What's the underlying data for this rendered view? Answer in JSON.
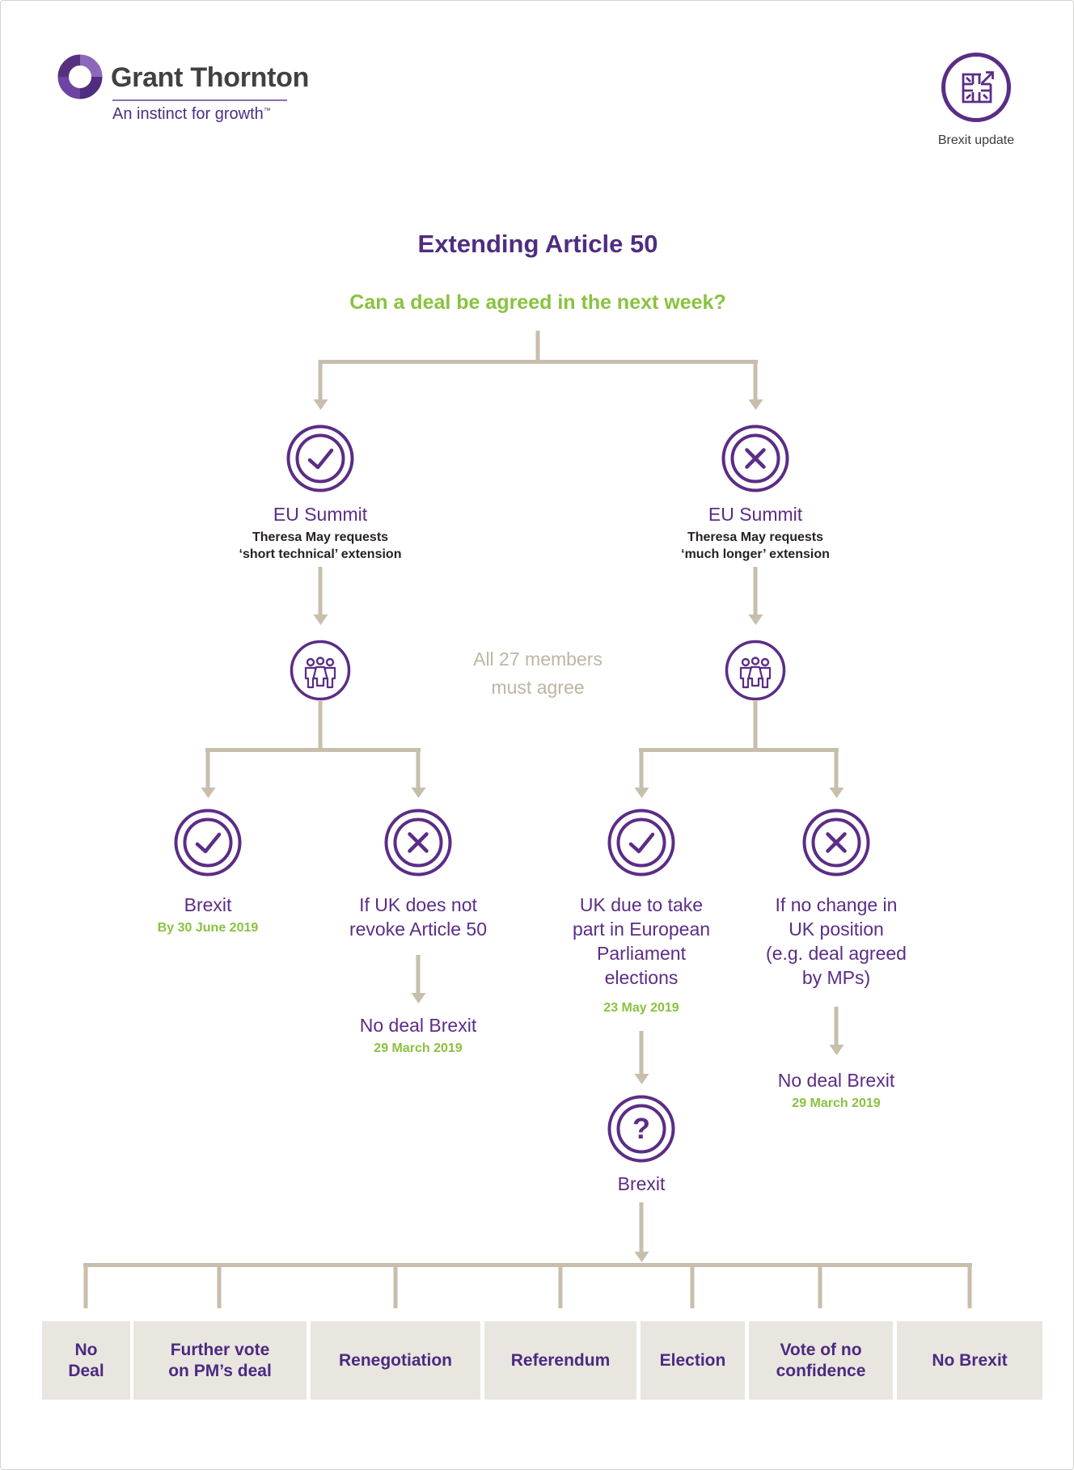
{
  "header": {
    "logo_name": "Grant Thornton",
    "logo_tagline": "An instinct for growth",
    "logo_tm": "™",
    "badge_label": "Brexit update"
  },
  "title": "Extending Article 50",
  "question": "Can a deal be agreed in the next week?",
  "consensus_note": "All 27 members\nmust agree",
  "summits": [
    {
      "icon": "check-circle-icon",
      "title": "EU Summit",
      "subtitle": "Theresa May requests\n‘short technical’ extension"
    },
    {
      "icon": "cross-circle-icon",
      "title": "EU Summit",
      "subtitle": "Theresa May requests\n‘much longer’ extension"
    }
  ],
  "outcomes": [
    {
      "icon": "check-circle-icon",
      "label": "Brexit",
      "date": "By 30 June 2019"
    },
    {
      "icon": "cross-circle-icon",
      "label": "If UK does not\nrevoke Article 50",
      "result": "No deal Brexit",
      "result_date": "29 March 2019"
    },
    {
      "icon": "check-circle-icon",
      "label": "UK due to take\npart in European\nParliament\nelections",
      "date": "23 May 2019"
    },
    {
      "icon": "cross-circle-icon",
      "label": "If no change in\nUK position\n(e.g. deal agreed\nby MPs)",
      "result": "No deal Brexit",
      "result_date": "29 March 2019"
    }
  ],
  "uncertain_node": {
    "label": "Brexit"
  },
  "final_options": [
    {
      "label": "No\nDeal"
    },
    {
      "label": "Further vote\non PM’s deal"
    },
    {
      "label": "Renegotiation"
    },
    {
      "label": "Referendum"
    },
    {
      "label": "Election"
    },
    {
      "label": "Vote of no\nconfidence"
    },
    {
      "label": "No Brexit"
    }
  ],
  "colors": {
    "brand_purple": "#4F2D7F",
    "label_purple": "#5b2d86",
    "green": "#8ac240",
    "line_beige": "#c7beac",
    "box_bg": "#e9e6e0"
  }
}
